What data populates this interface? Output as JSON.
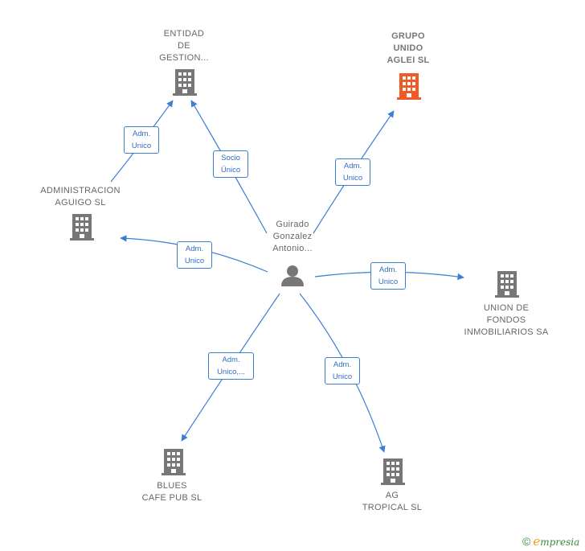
{
  "center": {
    "label_lines": [
      "Guirado",
      "Gonzalez",
      "Antonio..."
    ],
    "icon": "person-icon"
  },
  "companies": [
    {
      "id": "entidad",
      "label_lines": [
        "ENTIDAD",
        "DE",
        "GESTION..."
      ],
      "icon": "building-icon",
      "highlight": false
    },
    {
      "id": "grupo",
      "label_lines": [
        "GRUPO",
        "UNIDO",
        "AGLEI  SL"
      ],
      "icon": "building-icon",
      "highlight": true
    },
    {
      "id": "administracion",
      "label_lines": [
        "ADMINISTRACION",
        "AGUIGO  SL"
      ],
      "icon": "building-icon",
      "highlight": false
    },
    {
      "id": "union",
      "label_lines": [
        "UNION DE",
        "FONDOS",
        "INMOBILIARIOS SA"
      ],
      "icon": "building-icon",
      "highlight": false
    },
    {
      "id": "blues",
      "label_lines": [
        "BLUES",
        "CAFE PUB  SL"
      ],
      "icon": "building-icon",
      "highlight": false
    },
    {
      "id": "ag",
      "label_lines": [
        "AG",
        "TROPICAL  SL"
      ],
      "icon": "building-icon",
      "highlight": false
    }
  ],
  "relations": [
    {
      "id": "admin-entidad",
      "label_lines": [
        "Adm.",
        "Unico"
      ]
    },
    {
      "id": "center-entidad",
      "label_lines": [
        "Socio",
        "Único"
      ]
    },
    {
      "id": "center-grupo",
      "label_lines": [
        "Adm.",
        "Unico"
      ]
    },
    {
      "id": "center-admin",
      "label_lines": [
        "Adm.",
        "Unico"
      ]
    },
    {
      "id": "center-union",
      "label_lines": [
        "Adm.",
        "Unico"
      ]
    },
    {
      "id": "center-blues",
      "label_lines": [
        "Adm.",
        "Unico,..."
      ]
    },
    {
      "id": "center-ag",
      "label_lines": [
        "Adm.",
        "Unico"
      ]
    }
  ],
  "colors": {
    "edge": "#3a7fd5",
    "building": "#777777",
    "building_highlight": "#f05a28",
    "person": "#777777"
  },
  "brand": {
    "copyright": "©",
    "e": "e",
    "rest": "mpresia"
  }
}
